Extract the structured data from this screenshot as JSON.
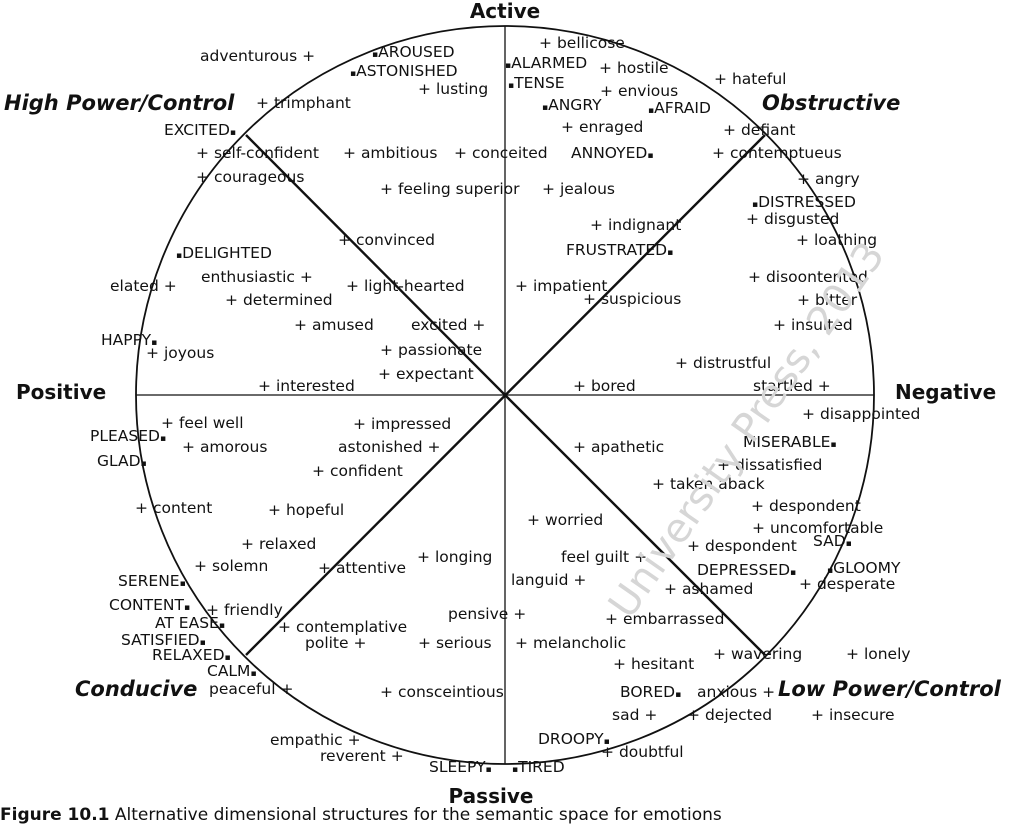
{
  "axes": {
    "top": "Active",
    "bottom": "Passive",
    "left": "Positive",
    "right": "Negative"
  },
  "regions": {
    "top_left": "High Power/Control",
    "top_right": "Obstructive",
    "bottom_left": "Conducive",
    "bottom_right": "Low Power/Control"
  },
  "markers": {
    "plus": "+",
    "square": "▪"
  },
  "terms": [
    {
      "text": "adventurous",
      "marker": "plus"
    },
    {
      "text": "AROUSED",
      "marker": "square"
    },
    {
      "text": "ASTONISHED",
      "marker": "square"
    },
    {
      "text": "lusting",
      "marker": "plus"
    },
    {
      "text": "trimphant",
      "marker": "plus"
    },
    {
      "text": "EXCITED",
      "marker": "square"
    },
    {
      "text": "self-confident",
      "marker": "plus"
    },
    {
      "text": "ambitious",
      "marker": "plus"
    },
    {
      "text": "conceited",
      "marker": "plus"
    },
    {
      "text": "courageous",
      "marker": "plus"
    },
    {
      "text": "feeling superior",
      "marker": "plus"
    },
    {
      "text": "convinced",
      "marker": "plus"
    },
    {
      "text": "DELIGHTED",
      "marker": "square"
    },
    {
      "text": "enthusiastic",
      "marker": "plus"
    },
    {
      "text": "elated",
      "marker": "plus"
    },
    {
      "text": "determined",
      "marker": "plus"
    },
    {
      "text": "light-hearted",
      "marker": "plus"
    },
    {
      "text": "amused",
      "marker": "plus"
    },
    {
      "text": "excited",
      "marker": "plus"
    },
    {
      "text": "HAPPY",
      "marker": "square"
    },
    {
      "text": "joyous",
      "marker": "plus"
    },
    {
      "text": "passionate",
      "marker": "plus"
    },
    {
      "text": "expectant",
      "marker": "plus"
    },
    {
      "text": "interested",
      "marker": "plus"
    },
    {
      "text": "bellicose",
      "marker": "plus"
    },
    {
      "text": "ALARMED",
      "marker": "square"
    },
    {
      "text": "hostile",
      "marker": "plus"
    },
    {
      "text": "TENSE",
      "marker": "square"
    },
    {
      "text": "envious",
      "marker": "plus"
    },
    {
      "text": "hateful",
      "marker": "plus"
    },
    {
      "text": "ANGRY",
      "marker": "square"
    },
    {
      "text": "AFRAID",
      "marker": "square"
    },
    {
      "text": "enraged",
      "marker": "plus"
    },
    {
      "text": "defiant",
      "marker": "plus"
    },
    {
      "text": "ANNOYED",
      "marker": "square"
    },
    {
      "text": "contemptueus",
      "marker": "plus"
    },
    {
      "text": "jealous",
      "marker": "plus"
    },
    {
      "text": "angry",
      "marker": "plus"
    },
    {
      "text": "DISTRESSED",
      "marker": "square"
    },
    {
      "text": "disgusted",
      "marker": "plus"
    },
    {
      "text": "indignant",
      "marker": "plus"
    },
    {
      "text": "loathing",
      "marker": "plus"
    },
    {
      "text": "FRUSTRATED",
      "marker": "square"
    },
    {
      "text": "disoontented",
      "marker": "plus"
    },
    {
      "text": "impatient",
      "marker": "plus"
    },
    {
      "text": "bitter",
      "marker": "plus"
    },
    {
      "text": "suspicious",
      "marker": "plus"
    },
    {
      "text": "insulted",
      "marker": "plus"
    },
    {
      "text": "distrustful",
      "marker": "plus"
    },
    {
      "text": "bored",
      "marker": "plus"
    },
    {
      "text": "startled",
      "marker": "plus"
    },
    {
      "text": "feel well",
      "marker": "plus"
    },
    {
      "text": "impressed",
      "marker": "plus"
    },
    {
      "text": "PLEASED",
      "marker": "square"
    },
    {
      "text": "amorous",
      "marker": "plus"
    },
    {
      "text": "astonished",
      "marker": "plus"
    },
    {
      "text": "GLAD",
      "marker": "square"
    },
    {
      "text": "confident",
      "marker": "plus"
    },
    {
      "text": "content",
      "marker": "plus"
    },
    {
      "text": "hopeful",
      "marker": "plus"
    },
    {
      "text": "relaxed",
      "marker": "plus"
    },
    {
      "text": "solemn",
      "marker": "plus"
    },
    {
      "text": "attentive",
      "marker": "plus"
    },
    {
      "text": "longing",
      "marker": "plus"
    },
    {
      "text": "SERENE",
      "marker": "square"
    },
    {
      "text": "CONTENT",
      "marker": "square"
    },
    {
      "text": "friendly",
      "marker": "plus"
    },
    {
      "text": "AT EASE",
      "marker": "square"
    },
    {
      "text": "contemplative",
      "marker": "plus"
    },
    {
      "text": "pensive",
      "marker": "plus"
    },
    {
      "text": "SATISFIED",
      "marker": "square"
    },
    {
      "text": "polite",
      "marker": "plus"
    },
    {
      "text": "serious",
      "marker": "plus"
    },
    {
      "text": "RELAXED",
      "marker": "square"
    },
    {
      "text": "CALM",
      "marker": "square"
    },
    {
      "text": "peaceful",
      "marker": "plus"
    },
    {
      "text": "consceintious",
      "marker": "plus"
    },
    {
      "text": "empathic",
      "marker": "plus"
    },
    {
      "text": "reverent",
      "marker": "plus"
    },
    {
      "text": "SLEEPY",
      "marker": "square"
    },
    {
      "text": "disappointed",
      "marker": "plus"
    },
    {
      "text": "MISERABLE",
      "marker": "square"
    },
    {
      "text": "apathetic",
      "marker": "plus"
    },
    {
      "text": "dissatisfied",
      "marker": "plus"
    },
    {
      "text": "taken aback",
      "marker": "plus"
    },
    {
      "text": "despondent",
      "marker": "plus"
    },
    {
      "text": "worried",
      "marker": "plus"
    },
    {
      "text": "uncomfortable",
      "marker": "plus"
    },
    {
      "text": "despondent",
      "marker": "plus"
    },
    {
      "text": "SAD",
      "marker": "square"
    },
    {
      "text": "feel guilt",
      "marker": "plus"
    },
    {
      "text": "DEPRESSED",
      "marker": "square"
    },
    {
      "text": "GLOOMY",
      "marker": "square"
    },
    {
      "text": "languid",
      "marker": "plus"
    },
    {
      "text": "ashamed",
      "marker": "plus"
    },
    {
      "text": "desperate",
      "marker": "plus"
    },
    {
      "text": "embarrassed",
      "marker": "plus"
    },
    {
      "text": "melancholic",
      "marker": "plus"
    },
    {
      "text": "wavering",
      "marker": "plus"
    },
    {
      "text": "lonely",
      "marker": "plus"
    },
    {
      "text": "hesitant",
      "marker": "plus"
    },
    {
      "text": "BORED",
      "marker": "square"
    },
    {
      "text": "anxious",
      "marker": "plus"
    },
    {
      "text": "sad",
      "marker": "plus"
    },
    {
      "text": "dejected",
      "marker": "plus"
    },
    {
      "text": "insecure",
      "marker": "plus"
    },
    {
      "text": "DROOPY",
      "marker": "square"
    },
    {
      "text": "doubtful",
      "marker": "plus"
    },
    {
      "text": "TIRED",
      "marker": "square"
    }
  ],
  "watermark": "University Press, 2013",
  "caption": {
    "label": "Figure 10.1",
    "text": "Alternative dimensional structures for the semantic space for emotions"
  }
}
